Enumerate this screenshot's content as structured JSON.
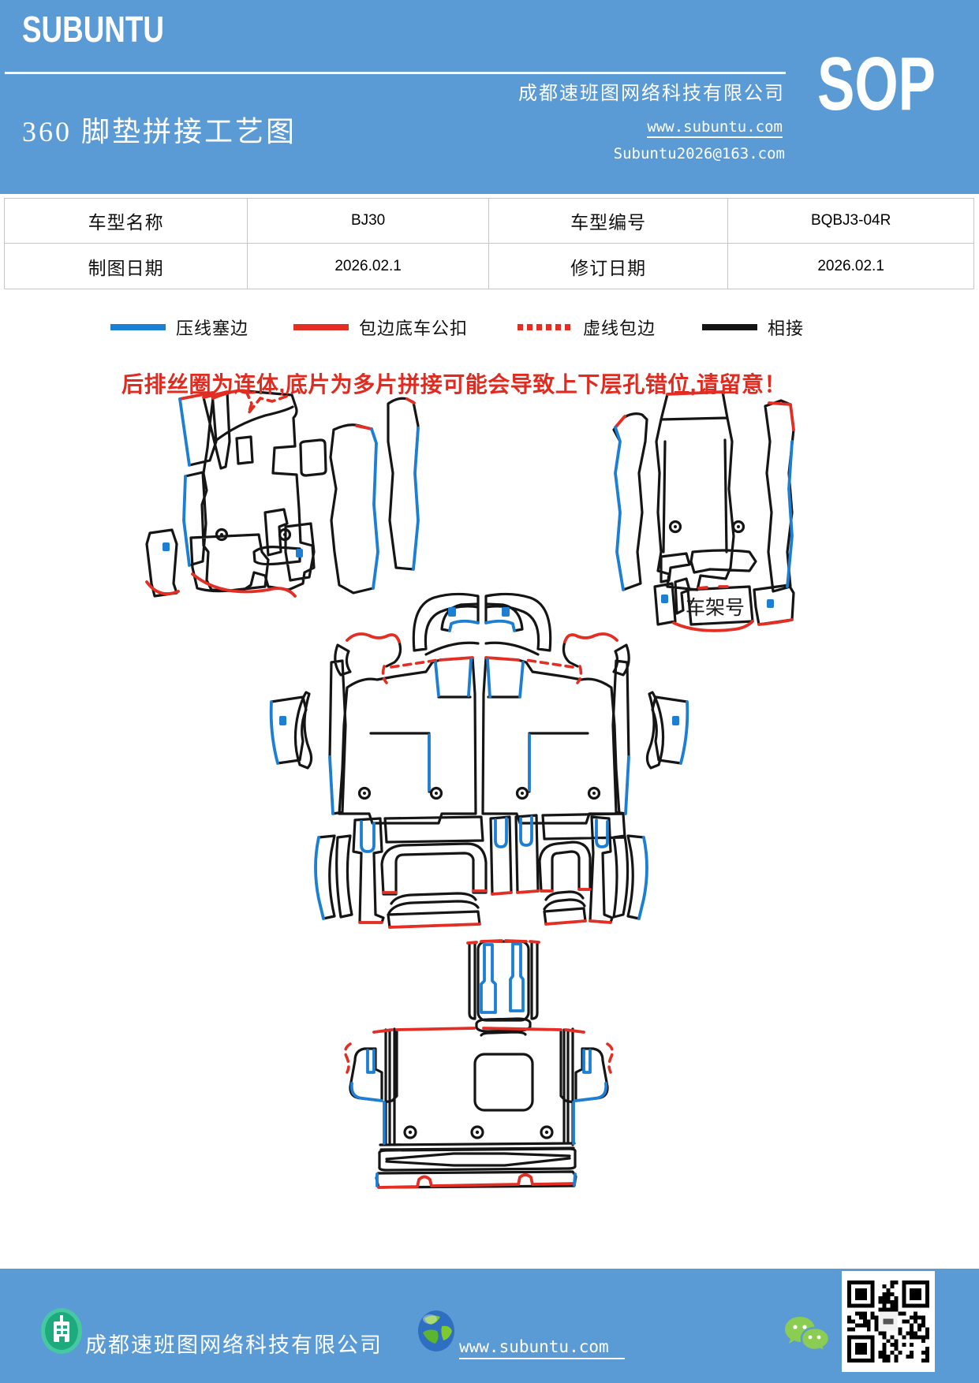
{
  "header": {
    "logo": "SUBUNTU",
    "doc_title": "360 脚垫拼接工艺图",
    "company": "成都速班图网络科技有限公司",
    "website": "www.subuntu.com",
    "email": "Subuntu2026@163.com",
    "sop_label": "SOP",
    "bg_color": "#5b9bd5"
  },
  "info_table": {
    "rows": [
      {
        "label1": "车型名称",
        "value1": "BJ30",
        "label2": "车型编号",
        "value2": "BQBJ3-04R"
      },
      {
        "label1": "制图日期",
        "value1": "2026.02.1",
        "label2": "修订日期",
        "value2": "2026.02.1"
      }
    ]
  },
  "legend": {
    "items": [
      {
        "label": "压线塞边",
        "color": "#1c7fd4",
        "style": "solid"
      },
      {
        "label": "包边底车公扣",
        "color": "#e42e24",
        "style": "solid"
      },
      {
        "label": "虚线包边",
        "color": "#e42e24",
        "style": "dashed"
      },
      {
        "label": "相接",
        "color": "#151515",
        "style": "solid"
      }
    ]
  },
  "warning_note": "后排丝圈为连体,底片为多片拼接可能会导致上下层孔错位,请留意！",
  "diagram": {
    "vin_label": "车架号",
    "colors": {
      "press_line": "#1c7fd4",
      "binding_edge": "#e42e24",
      "joint": "#151515"
    }
  },
  "footer": {
    "company": "成都速班图网络科技有限公司",
    "website": "www.subuntu.com"
  }
}
